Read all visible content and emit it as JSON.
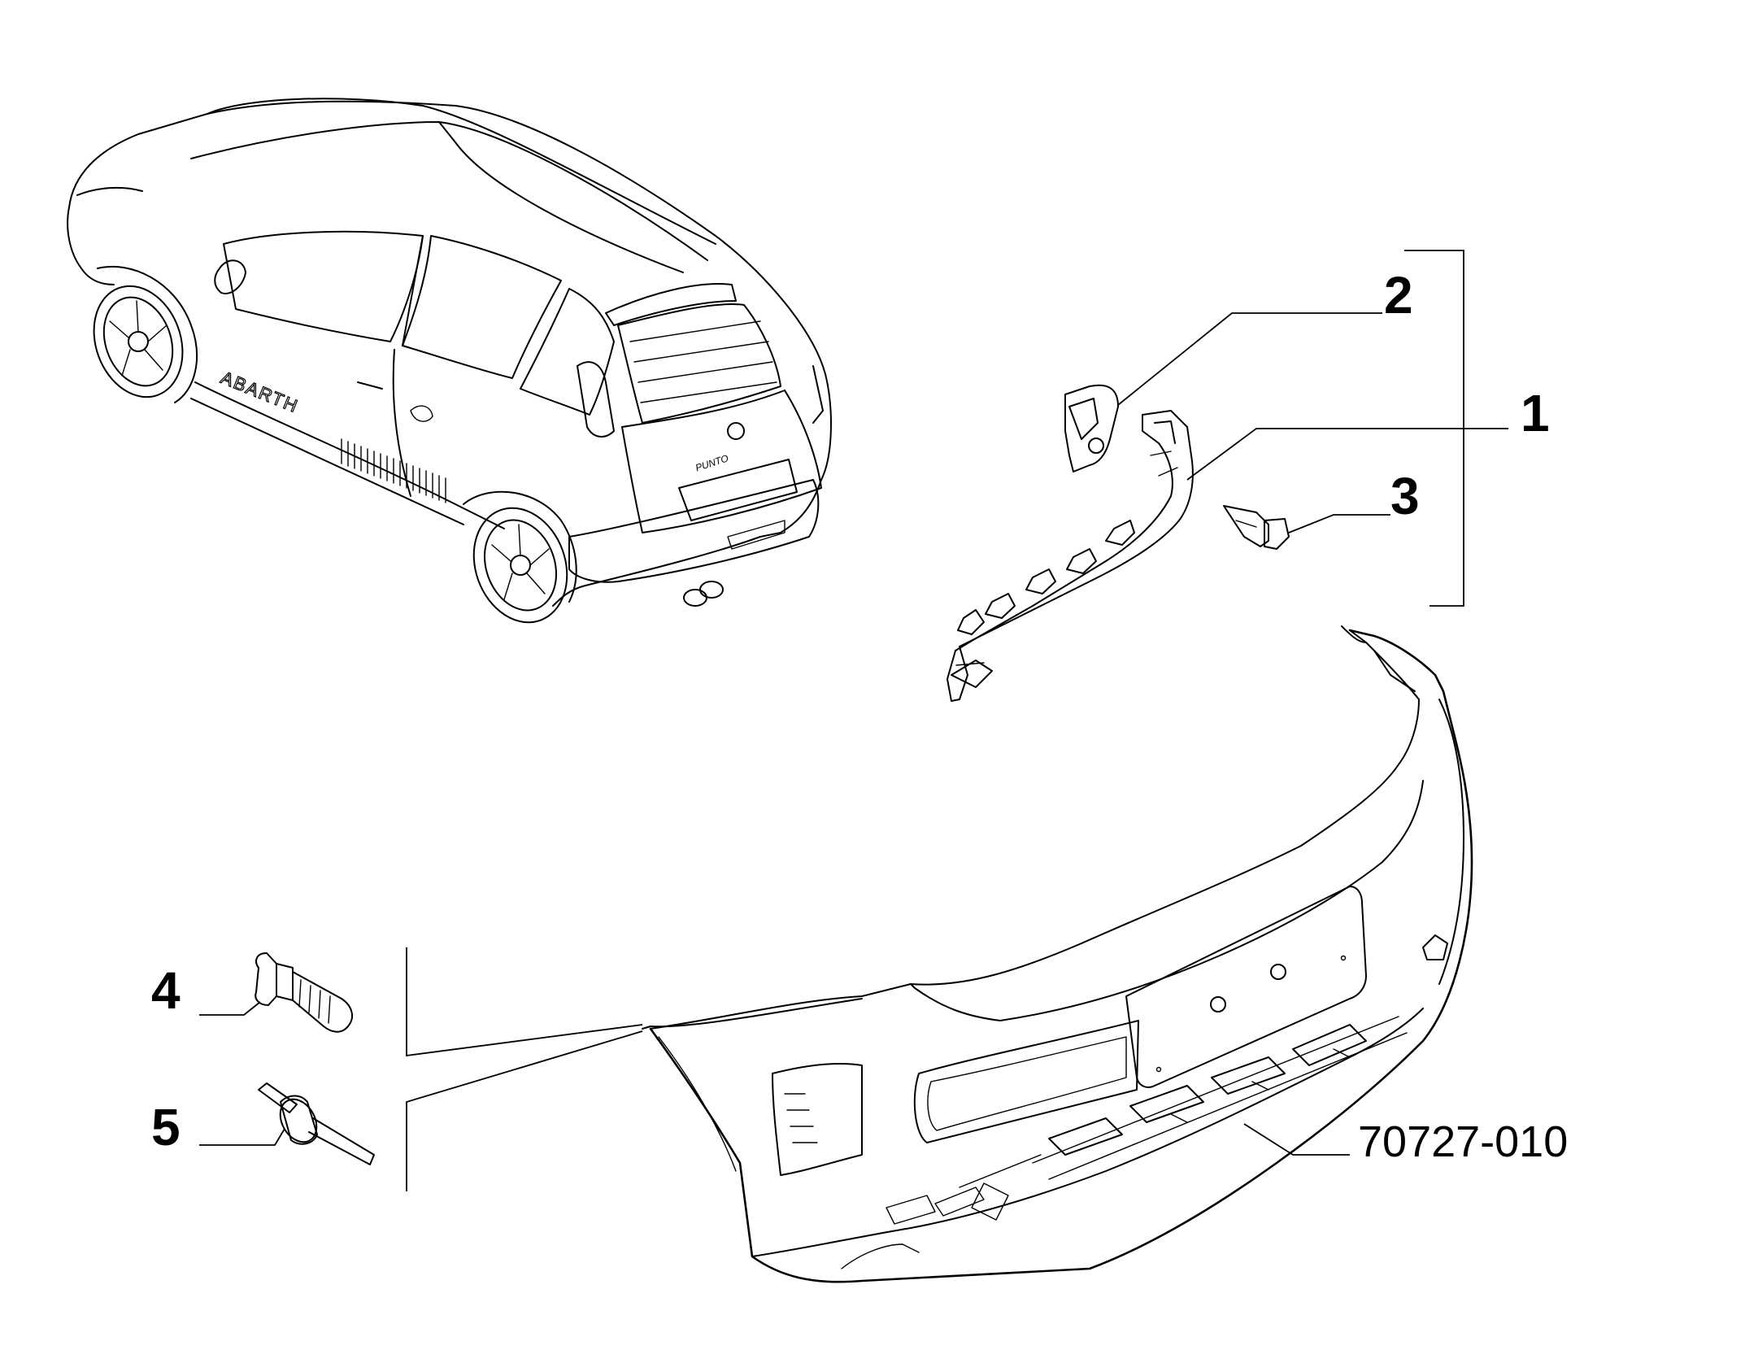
{
  "diagram": {
    "callouts": [
      {
        "id": "1",
        "label": "1"
      },
      {
        "id": "2",
        "label": "2"
      },
      {
        "id": "3",
        "label": "3"
      },
      {
        "id": "4",
        "label": "4"
      },
      {
        "id": "5",
        "label": "5"
      }
    ],
    "reference_code": "70727-010",
    "vehicle_decal_text": "ABARTH",
    "vehicle_badge_text": "PUNTO"
  }
}
